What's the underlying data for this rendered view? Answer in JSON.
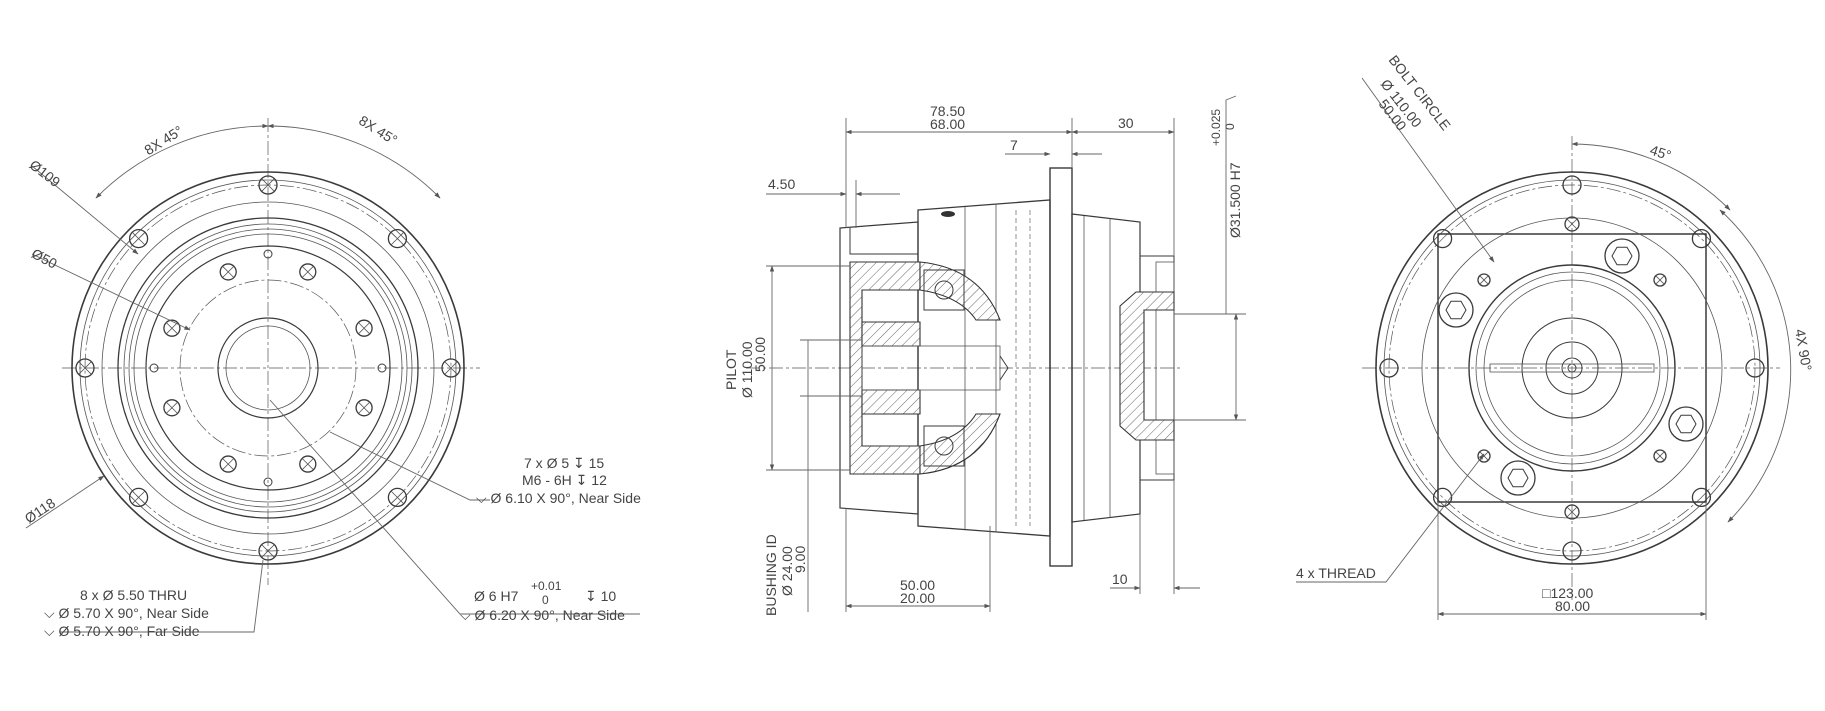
{
  "colors": {
    "line": "#3a3a3a",
    "dimension": "#666666",
    "text": "#444444",
    "background": "#ffffff"
  },
  "front_view": {
    "angle_left": "8X 45°",
    "angle_right": "8X 45°",
    "dia_109": "Ø109",
    "dia_50": "Ø50",
    "dia_118": "Ø118",
    "note_holes_1": "7 x Ø 5 ↧ 15",
    "note_holes_2": "M6 - 6H ↧ 12",
    "note_holes_3": "⌵ Ø 6.10 X 90°, Near Side",
    "note_pin_1": "Ø 6 H7",
    "note_pin_tol_upper": "+0.01",
    "note_pin_tol_lower": "0",
    "note_pin_depth": "↧ 10",
    "note_pin_2": "⌵ Ø 6.20 X 90°, Near Side",
    "note_thru_1": "8 x Ø 5.50 THRU",
    "note_thru_2": "⌵ Ø 5.70 X 90°, Near Side",
    "note_thru_3": "⌵ Ø 5.70 X 90°, Far Side"
  },
  "side_view": {
    "len_78": "78.50",
    "len_68": "68.00",
    "len_30": "30",
    "len_7": "7",
    "len_4_50": "4.50",
    "bore_main": "Ø31.500 H7",
    "bore_tol_upper": "+0.025",
    "bore_tol_lower": "0",
    "pilot_label": "PILOT",
    "pilot_dia_1": "Ø 110.00",
    "pilot_dia_2": "50.00",
    "bushing_label": "BUSHING ID",
    "bushing_dia_1": "Ø 24.00",
    "bushing_dia_2": "9.00",
    "len_50": "50.00",
    "len_20": "20.00",
    "len_10": "10"
  },
  "rear_view": {
    "bolt_circle_label": "BOLT CIRCLE",
    "bolt_circle_dia_1": "Ø 110.00",
    "bolt_circle_dia_2": "50.00",
    "angle_45": "45°",
    "angle_4x90": "4X 90°",
    "thread_note": "4 x THREAD",
    "square_1": "□123.00",
    "square_2": "80.00"
  }
}
